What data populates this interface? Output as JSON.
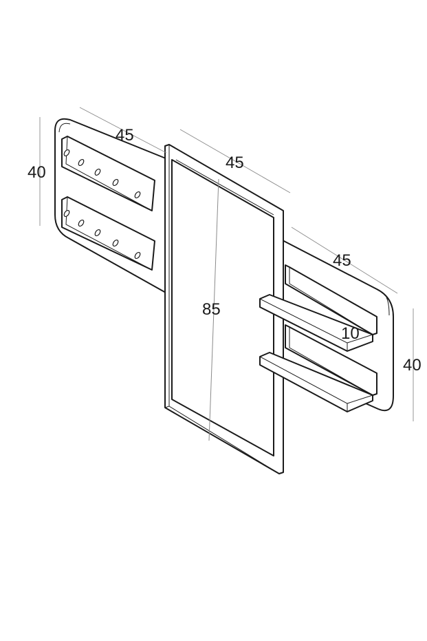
{
  "drawing": {
    "stroke_color": "#1a1a1a",
    "dimension_line_color": "#8a8a8a",
    "background": "#ffffff",
    "dimensions": {
      "left_panel_width": "45",
      "left_panel_height": "40",
      "mirror_width": "45",
      "mirror_height": "85",
      "right_panel_width": "45",
      "right_panel_height": "40",
      "shelf_depth": "10"
    }
  }
}
